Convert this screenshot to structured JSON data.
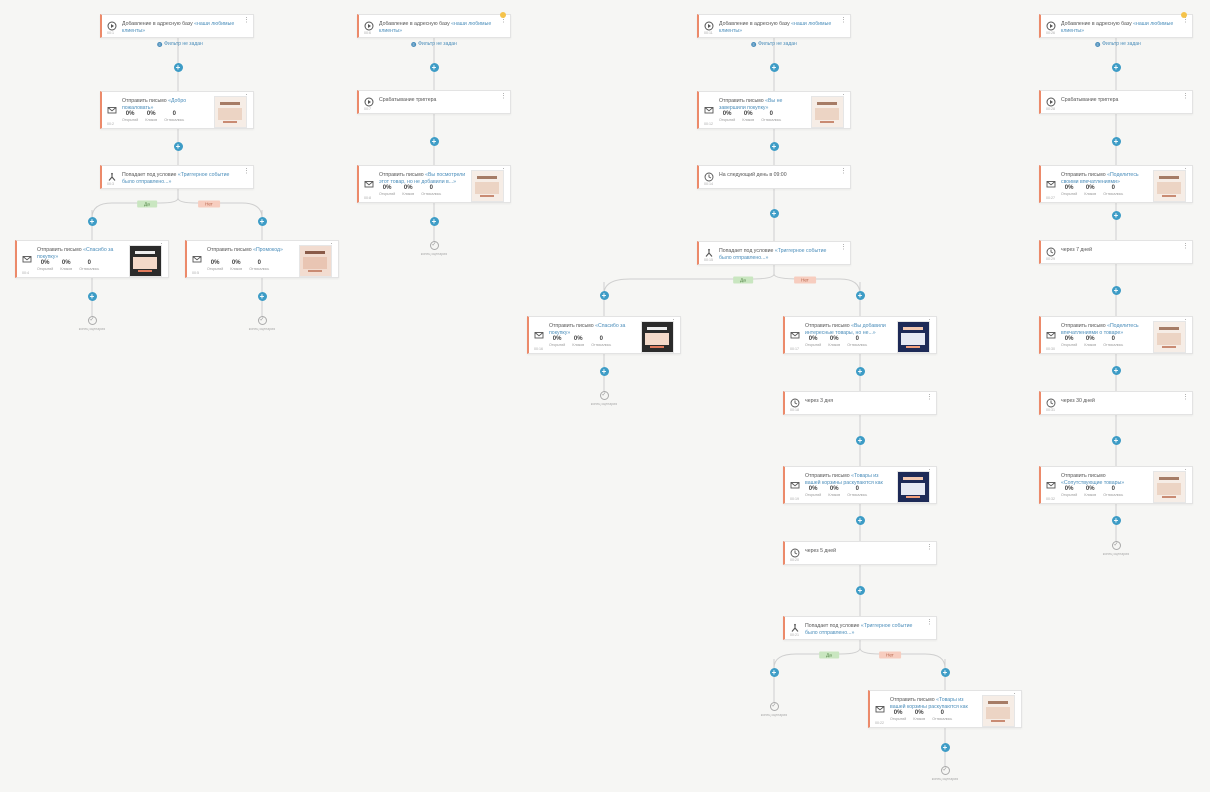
{
  "colors": {
    "accent": "#ec8a6a",
    "plus": "#3d9cc6",
    "yes_bg": "#c9e6c0",
    "no_bg": "#f7cdbf",
    "link": "#4a8dba",
    "warning_dot": "#f5c34b"
  },
  "icons": {
    "start": "play-circle-icon",
    "email": "envelope-icon",
    "condition": "fork-icon",
    "timer": "clock-icon",
    "end": "check-circle-icon",
    "add": "plus-icon",
    "filter": "filter-icon",
    "menu": "kebab-icon"
  },
  "labels": {
    "filter": "Фильтр не задан",
    "yes": "Да",
    "no": "Нет",
    "end": "конец сценария"
  },
  "stat_labels": [
    "Открытий",
    "Кликов",
    "Отписались"
  ],
  "zero_pct": "0%",
  "zero": "0",
  "cards": [
    {
      "id": "c1",
      "type": "start",
      "title": "Добавление в адресную базу ",
      "link": "«наши любимые клиенты»",
      "cid": "00:1"
    },
    {
      "id": "c2",
      "type": "email",
      "title": "Отправить письмо ",
      "link": "«Добро пожаловать»",
      "cid": "00:2",
      "thumb": "light",
      "stats": [
        "0%",
        "0%",
        "0"
      ]
    },
    {
      "id": "c3",
      "type": "condition",
      "title": "Попадает под условие ",
      "link": "«Триггерное событие было отправлено...»",
      "cid": "00:3"
    },
    {
      "id": "c4",
      "type": "email",
      "title": "Отправить письмо ",
      "link": "«Спасибо за покупку»",
      "cid": "00:4",
      "thumb": "dark",
      "stats": [
        "0%",
        "0%",
        "0"
      ]
    },
    {
      "id": "c5",
      "type": "email",
      "title": "Отправить письмо ",
      "link": "«Промокод»",
      "cid": "00:5",
      "thumb": "",
      "stats": [
        "0%",
        "0%",
        "0"
      ]
    },
    {
      "id": "c6",
      "type": "start",
      "title": "Добавление в адресную базу ",
      "link": "«наши любимые клиенты»",
      "cid": "00:6"
    },
    {
      "id": "c7",
      "type": "start",
      "title": "Срабатывание триггера",
      "link": "",
      "cid": "00:7"
    },
    {
      "id": "c8",
      "type": "email",
      "title": "Отправить письмо ",
      "link": "«Вы посмотрели этот товар, но не добавили в...»",
      "cid": "00:8",
      "thumb": "light",
      "stats": [
        "0%",
        "0%",
        "0"
      ]
    },
    {
      "id": "c9",
      "type": "start",
      "title": "Добавление в адресную базу ",
      "link": "«наши любимые клиенты»",
      "cid": "00:11"
    },
    {
      "id": "c10",
      "type": "email",
      "title": "Отправить письмо ",
      "link": "«Вы не завершили покупку»",
      "cid": "00:12",
      "thumb": "light",
      "stats": [
        "0%",
        "0%",
        "0"
      ]
    },
    {
      "id": "c11",
      "type": "timer",
      "title": "На следующий день в 09:00",
      "link": "",
      "cid": "00:14"
    },
    {
      "id": "c12",
      "type": "condition",
      "title": "Попадает под условие ",
      "link": "«Триггерное событие было отправлено...»",
      "cid": "00:15"
    },
    {
      "id": "c13",
      "type": "email",
      "title": "Отправить письмо ",
      "link": "«Спасибо за покупку»",
      "cid": "00:16",
      "thumb": "dark",
      "stats": [
        "0%",
        "0%",
        "0"
      ]
    },
    {
      "id": "c14",
      "type": "email",
      "title": "Отправить письмо ",
      "link": "«Вы добавили интересные товары, но не...»",
      "cid": "00:17",
      "thumb": "navy",
      "stats": [
        "0%",
        "0%",
        "0"
      ]
    },
    {
      "id": "c15",
      "type": "timer",
      "title": "через 3 дня",
      "link": "",
      "cid": "00:18"
    },
    {
      "id": "c16",
      "type": "email",
      "title": "Отправить письмо ",
      "link": "«Товары из вашей корзины раскупаются как горячи...»",
      "cid": "00:19",
      "thumb": "navy",
      "stats": [
        "0%",
        "0%",
        "0"
      ]
    },
    {
      "id": "c17",
      "type": "timer",
      "title": "через 5 дней",
      "link": "",
      "cid": "00:20"
    },
    {
      "id": "c18",
      "type": "condition",
      "title": "Попадает под условие ",
      "link": "«Триггерное событие было отправлено...»",
      "cid": "00:21"
    },
    {
      "id": "c19",
      "type": "email",
      "title": "Отправить письмо ",
      "link": "«Товары из вашей корзины раскупаются как горячи...»",
      "cid": "00:22",
      "thumb": "light",
      "stats": [
        "0%",
        "0%",
        "0"
      ]
    },
    {
      "id": "c20",
      "type": "start",
      "title": "Добавление в адресную базу ",
      "link": "«наши любимые клиенты»",
      "cid": "00:26"
    },
    {
      "id": "c21",
      "type": "start",
      "title": "Срабатывание триггера",
      "link": "",
      "cid": "00:28"
    },
    {
      "id": "c22",
      "type": "email",
      "title": "Отправить письмо ",
      "link": "«Поделитесь своими впечатлениями»",
      "cid": "00:27",
      "thumb": "light",
      "stats": [
        "0%",
        "0%",
        "0"
      ]
    },
    {
      "id": "c23",
      "type": "timer",
      "title": "через 7 дней",
      "link": "",
      "cid": "00:29"
    },
    {
      "id": "c24",
      "type": "email",
      "title": "Отправить письмо ",
      "link": "«Поделитесь впечатлениями о товаре»",
      "cid": "00:30",
      "thumb": "light",
      "stats": [
        "0%",
        "0%",
        "0"
      ]
    },
    {
      "id": "c25",
      "type": "timer",
      "title": "через 30 дней",
      "link": "",
      "cid": "00:31"
    },
    {
      "id": "c26",
      "type": "email",
      "title": "Отправить письмо ",
      "link": "«Сопутствующие товары»",
      "cid": "00:32",
      "thumb": "light",
      "stats": [
        "0%",
        "0%",
        "0"
      ]
    }
  ]
}
